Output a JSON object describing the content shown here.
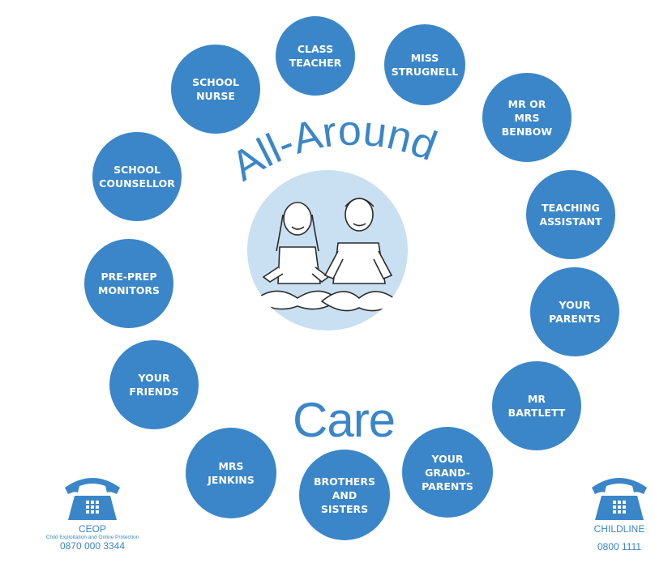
{
  "title": {
    "arc_text": "All-Around",
    "bottom_text": "Care"
  },
  "bubbles": [
    {
      "id": "class-teacher",
      "label": "CLASS\nTEACHER"
    },
    {
      "id": "miss-strugnell",
      "label": "MISS\nSTRUGNELL"
    },
    {
      "id": "mr-mrs-benbow",
      "label": "MR OR\nMRS\nBENBOW"
    },
    {
      "id": "teaching-assistant",
      "label": "TEACHING\nASSISTANT"
    },
    {
      "id": "your-parents",
      "label": "YOUR\nPARENTS"
    },
    {
      "id": "mr-bartlett",
      "label": "MR\nBARTLETT"
    },
    {
      "id": "your-grandparents",
      "label": "YOUR\nGRAND-\nPARENTS"
    },
    {
      "id": "brothers-sisters",
      "label": "BROTHERS\nAND\nSISTERS"
    },
    {
      "id": "mrs-jenkins",
      "label": "MRS\nJENKINS"
    },
    {
      "id": "your-friends",
      "label": "YOUR\nFRIENDS"
    },
    {
      "id": "pre-prep-monitors",
      "label": "PRE-PREP\nMONITORS"
    },
    {
      "id": "school-counsellor",
      "label": "SCHOOL\nCOUNSELLOR"
    },
    {
      "id": "school-nurse",
      "label": "SCHOOL\nNURSE"
    }
  ],
  "phones": {
    "ceop": {
      "name": "CEOP",
      "subtitle": "Child Exploitation and Online Protection",
      "number": "0870 000 3344"
    },
    "childline": {
      "name": "CHILDLINE",
      "number": "0800 1111"
    }
  },
  "colors": {
    "bubble": "#3a86c8",
    "center": "#c9dff2",
    "text_white": "#ffffff"
  },
  "icons": {
    "center": "sitting-children-illustration",
    "phone": "telephone-icon"
  }
}
